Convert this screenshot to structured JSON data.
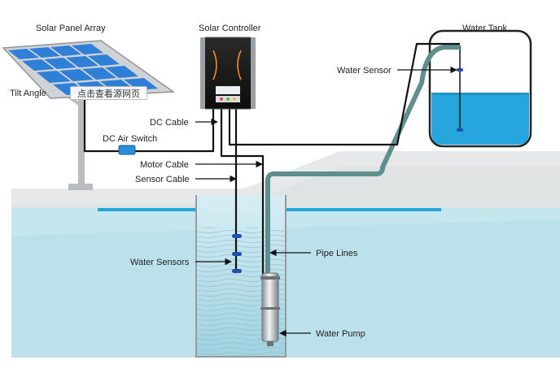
{
  "labels": {
    "solar_panel_array": "Solar Panel Array",
    "solar_controller": "Solar Controller",
    "water_tank": "Water Tank",
    "tilt_angle": "Tilt  Angle",
    "water_sensor": "Water Sensor",
    "dc_cable": "DC Cable",
    "dc_air_switch": "DC Air Switch",
    "motor_cable": "Motor Cable",
    "sensor_cable": "Sensor Cable",
    "water_sensors": "Water Sensors",
    "pipe_lines": "Pipe Lines",
    "water_pump": "Water Pump"
  },
  "overlay_button": {
    "label": "点击查看源网页"
  },
  "colors": {
    "panel_blue": "#2f7fd8",
    "panel_frame": "#9aa0a6",
    "water": "#b9e1ea",
    "water_line": "#21a5d8",
    "pipe": "#5f8f8d",
    "cable": "#111111",
    "tank_water": "#26a6dc",
    "ground": "#e7e9ea"
  }
}
